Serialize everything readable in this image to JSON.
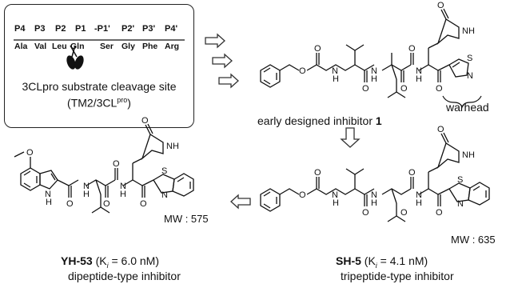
{
  "substrate_box": {
    "positions": [
      "P4",
      "P3",
      "P2",
      "P1",
      "-P1'",
      "P2'",
      "P3'",
      "P4'"
    ],
    "residues": [
      "Ala",
      "Val",
      "Leu",
      "Gln",
      "Ser",
      "Gly",
      "Phe",
      "Arg"
    ],
    "caption_line1": "3CLpro substrate cleavage site",
    "caption_line2_pre": "(TM2/3CL",
    "caption_line2_sup": "pro",
    "caption_line2_post": ")"
  },
  "compounds": {
    "early": {
      "caption": "early designed inhibitor ",
      "number": "1",
      "warhead_label": "warhead"
    },
    "sh5": {
      "name": "SH-5",
      "ki_pre": " (K",
      "ki_sub": "i",
      "ki_post": " = 4.1 nM)",
      "type": "tripeptide-type inhibitor",
      "mw": "MW : 635"
    },
    "yh53": {
      "name": "YH-53",
      "ki_pre": " (K",
      "ki_sub": "i",
      "ki_post": " = 6.0 nM)",
      "type": "dipeptide-type inhibitor",
      "mw": "MW : 575"
    }
  },
  "atom_labels": {
    "O": "O",
    "N": "N",
    "S": "S",
    "NH": "NH",
    "H": "H"
  }
}
